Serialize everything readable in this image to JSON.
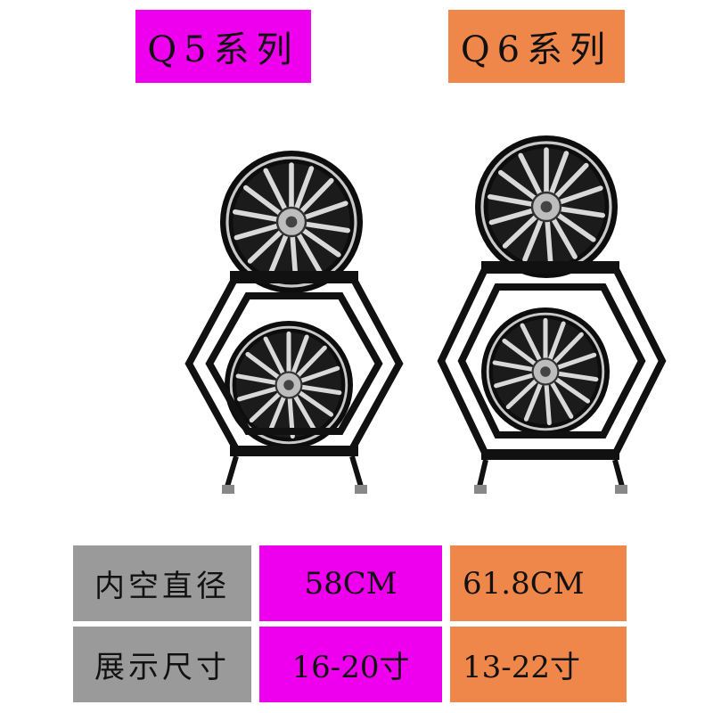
{
  "titles": {
    "q5": "Q5系列",
    "q6": "Q6系列"
  },
  "rows": [
    {
      "label": "内空直径",
      "q5": "58CM",
      "q6": "61.8CM"
    },
    {
      "label": "展示尺寸",
      "q5": "16-20寸",
      "q6": "13-22寸"
    }
  ],
  "colors": {
    "magenta": "#ee00ee",
    "orange": "#f0874a",
    "gray": "#9a9a9a"
  }
}
